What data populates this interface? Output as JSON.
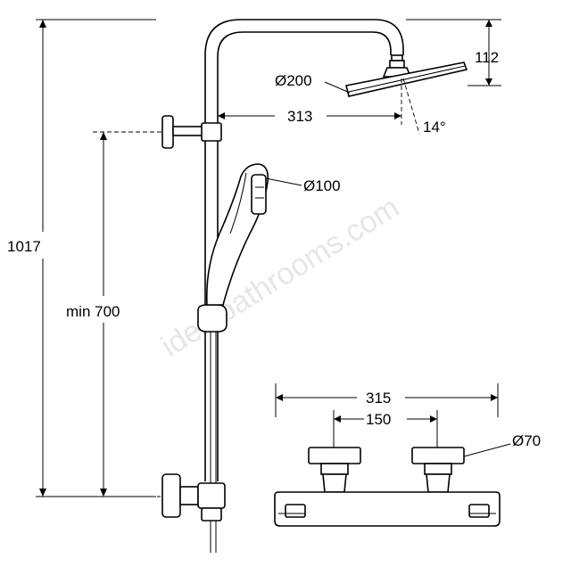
{
  "dimensions": {
    "total_height": "1017",
    "min_height": "min 700",
    "arm_length": "313",
    "head_drop": "112",
    "head_diameter": "Ø200",
    "head_angle": "14°",
    "handset_diameter": "Ø100",
    "valve_width": "315",
    "valve_centres": "150",
    "handle_diameter": "Ø70"
  },
  "watermark": "idealbathrooms.com"
}
